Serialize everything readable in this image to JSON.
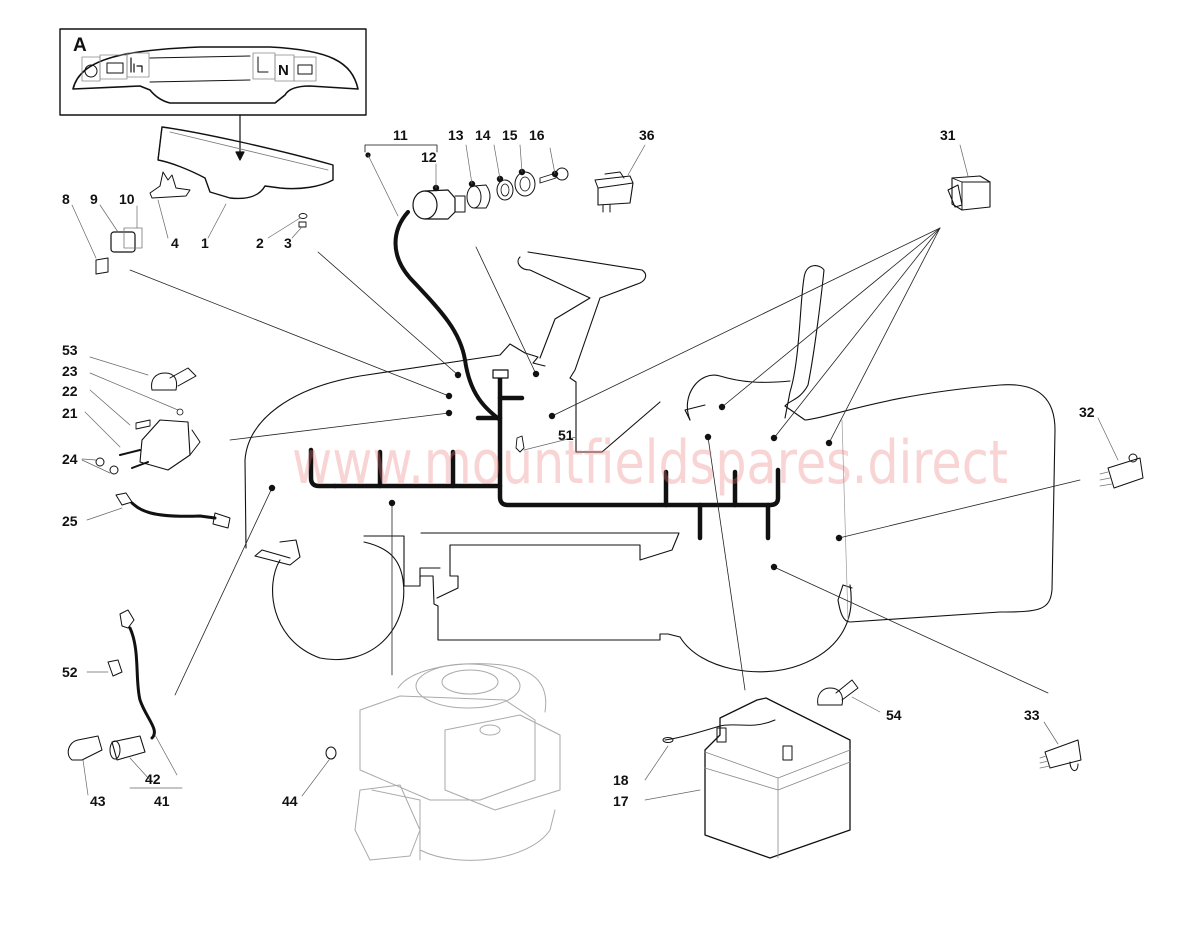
{
  "diagram": {
    "title": "Electrical system parts diagram",
    "detail_panel": {
      "letter": "A",
      "dashboard_indicators": [
        "parking-brake",
        "fuel-level",
        "pto-engaged",
        "seat-switch",
        "neutral",
        "battery"
      ],
      "neutral_label": "N"
    },
    "watermark": "www.mountfieldspares.direct",
    "watermark_color": "#e87878",
    "part_labels": {
      "p1": "1",
      "p2": "2",
      "p3": "3",
      "p4": "4",
      "p8": "8",
      "p9": "9",
      "p10": "10",
      "p11": "11",
      "p12": "12",
      "p13": "13",
      "p14": "14",
      "p15": "15",
      "p16": "16",
      "p17": "17",
      "p18": "18",
      "p21": "21",
      "p22": "22",
      "p23": "23",
      "p24": "24",
      "p25": "25",
      "p31": "31",
      "p32": "32",
      "p33": "33",
      "p36": "36",
      "p41": "41",
      "p42": "42",
      "p43": "43",
      "p44": "44",
      "p51": "51",
      "p52": "52",
      "p53": "53",
      "p54": "54"
    },
    "parts": [
      {
        "ref": "1",
        "name": "dashboard-cover"
      },
      {
        "ref": "2",
        "name": "washer"
      },
      {
        "ref": "3",
        "name": "nut"
      },
      {
        "ref": "4",
        "name": "bracket"
      },
      {
        "ref": "8",
        "name": "fuse"
      },
      {
        "ref": "9",
        "name": "relay"
      },
      {
        "ref": "10",
        "name": "relay-holder"
      },
      {
        "ref": "11",
        "name": "ignition-switch-assembly"
      },
      {
        "ref": "12",
        "name": "ignition-switch"
      },
      {
        "ref": "13",
        "name": "bezel"
      },
      {
        "ref": "14",
        "name": "washer"
      },
      {
        "ref": "15",
        "name": "nut"
      },
      {
        "ref": "16",
        "name": "ignition-key"
      },
      {
        "ref": "17",
        "name": "battery"
      },
      {
        "ref": "18",
        "name": "battery-strap"
      },
      {
        "ref": "21",
        "name": "solenoid"
      },
      {
        "ref": "22",
        "name": "screw"
      },
      {
        "ref": "23",
        "name": "nut"
      },
      {
        "ref": "24",
        "name": "nut"
      },
      {
        "ref": "25",
        "name": "wire-lead"
      },
      {
        "ref": "31",
        "name": "safety-switch"
      },
      {
        "ref": "32",
        "name": "micro-switch"
      },
      {
        "ref": "33",
        "name": "micro-switch"
      },
      {
        "ref": "36",
        "name": "rocker-switch"
      },
      {
        "ref": "41",
        "name": "lamp-holder-assembly"
      },
      {
        "ref": "42",
        "name": "lamp-holder"
      },
      {
        "ref": "43",
        "name": "bulb"
      },
      {
        "ref": "44",
        "name": "nut"
      },
      {
        "ref": "51",
        "name": "cable-clip"
      },
      {
        "ref": "52",
        "name": "clip"
      },
      {
        "ref": "53",
        "name": "terminal-cover"
      },
      {
        "ref": "54",
        "name": "terminal-cover"
      }
    ]
  }
}
